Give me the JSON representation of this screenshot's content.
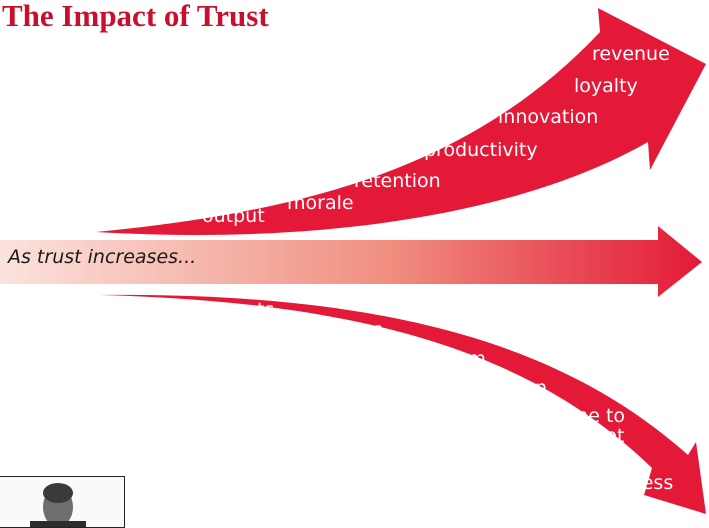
{
  "title": "The Impact of Trust",
  "colors": {
    "title": "#c8102e",
    "arrow": "#e31937",
    "label_text": "#ffffff",
    "gradient_start": "#fbe3dd",
    "gradient_end": "#e31937"
  },
  "middle": {
    "label": "As trust increases..."
  },
  "upper_arrow": {
    "words": [
      "output",
      "morale",
      "retention",
      "productivity",
      "innovation",
      "loyalty",
      "revenue"
    ]
  },
  "lower_arrow": {
    "words": [
      "costs",
      "problems",
      "skepticism",
      "attrition",
      "time to\nmarket",
      "stress"
    ]
  },
  "photo": {
    "icon": "person-portrait-icon"
  }
}
